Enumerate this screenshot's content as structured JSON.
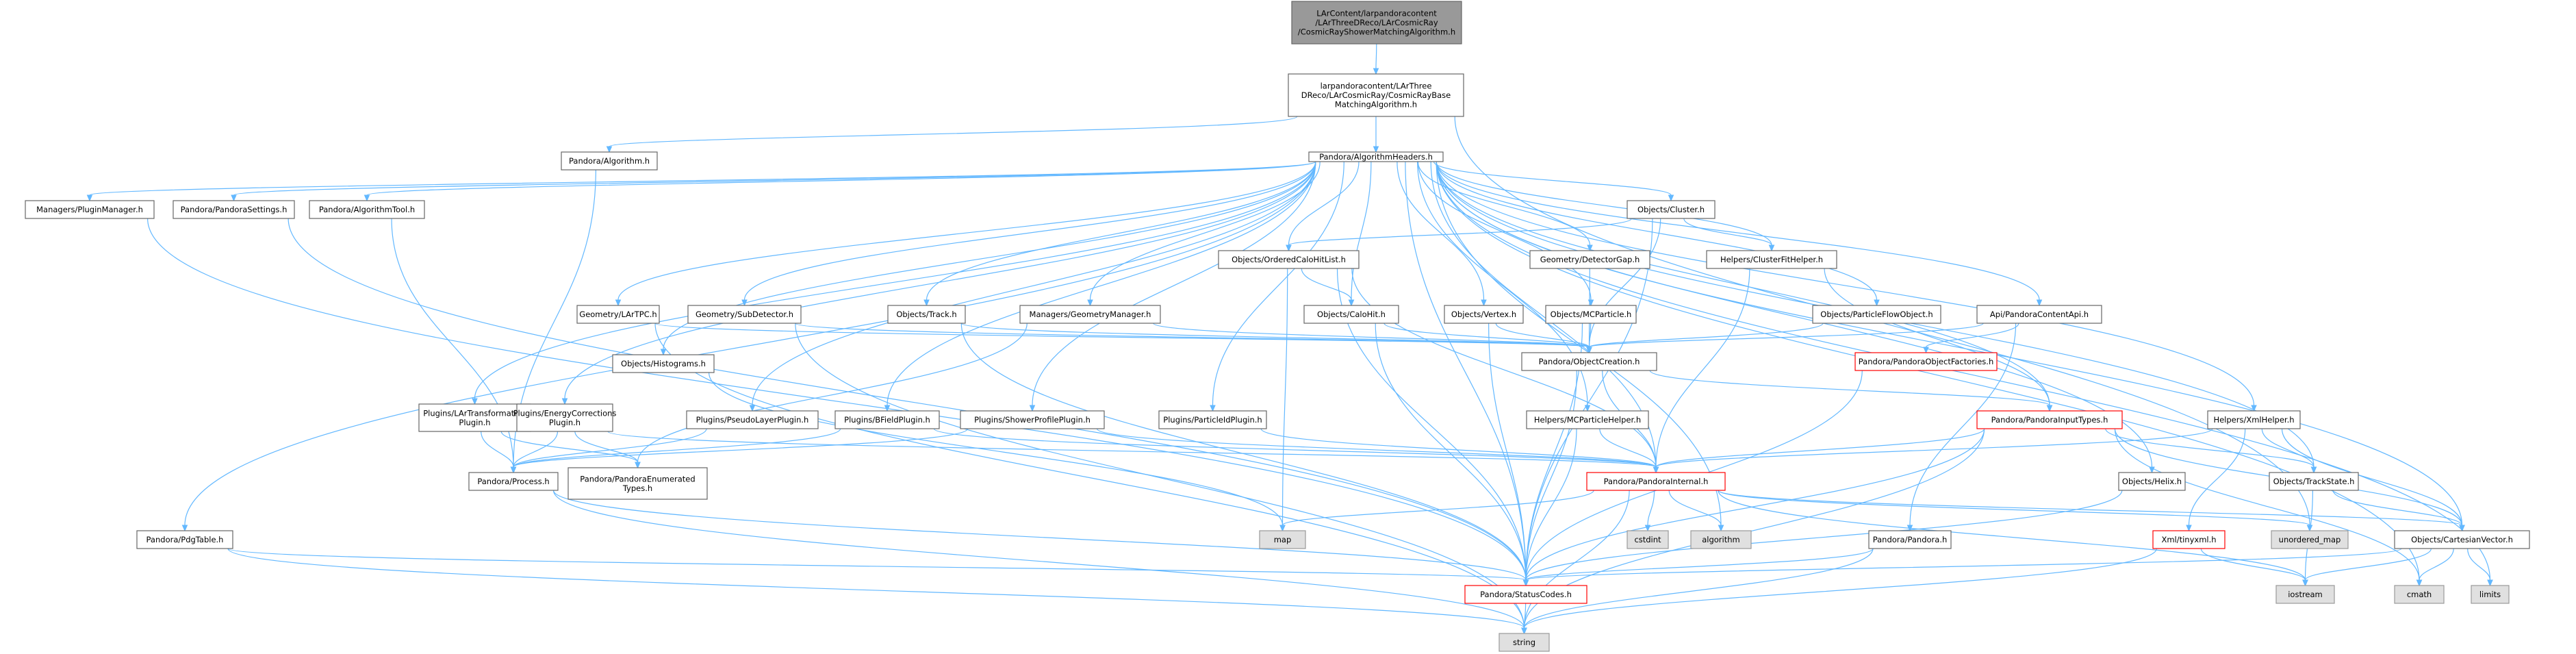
{
  "colors": {
    "edge": "#63b8ff",
    "node_fill": "#ffffff",
    "node_border": "#666666",
    "root_fill": "#999999",
    "root_border": "#666666",
    "missing_border": "#ff0000",
    "system_fill": "#e0e0e0",
    "system_border": "#999999"
  },
  "nodes": [
    {
      "id": "root",
      "kind": "root",
      "lines": [
        "LArContent/larpandoracontent",
        "/LArThreeDReco/LArCosmicRay",
        "/CosmicRayShowerMatchingAlgorithm.h"
      ]
    },
    {
      "id": "base",
      "kind": "normal",
      "lines": [
        "larpandoracontent/LArThree",
        "DReco/LArCosmicRay/CosmicRayBase",
        "MatchingAlgorithm.h"
      ]
    },
    {
      "id": "palg",
      "kind": "normal",
      "lines": [
        "Pandora/Algorithm.h"
      ]
    },
    {
      "id": "ahead",
      "kind": "normal",
      "lines": [
        "Pandora/AlgorithmHeaders.h"
      ]
    },
    {
      "id": "mplug",
      "kind": "normal",
      "lines": [
        "Managers/PluginManager.h"
      ]
    },
    {
      "id": "psett",
      "kind": "normal",
      "lines": [
        "Pandora/PandoraSettings.h"
      ]
    },
    {
      "id": "atool",
      "kind": "normal",
      "lines": [
        "Pandora/AlgorithmTool.h"
      ]
    },
    {
      "id": "cluster",
      "kind": "normal",
      "lines": [
        "Objects/Cluster.h"
      ]
    },
    {
      "id": "ochl",
      "kind": "normal",
      "lines": [
        "Objects/OrderedCaloHitList.h"
      ]
    },
    {
      "id": "detgap",
      "kind": "normal",
      "lines": [
        "Geometry/DetectorGap.h"
      ]
    },
    {
      "id": "cfh",
      "kind": "normal",
      "lines": [
        "Helpers/ClusterFitHelper.h"
      ]
    },
    {
      "id": "lartpc",
      "kind": "normal",
      "lines": [
        "Geometry/LArTPC.h"
      ]
    },
    {
      "id": "subdet",
      "kind": "normal",
      "lines": [
        "Geometry/SubDetector.h"
      ]
    },
    {
      "id": "track",
      "kind": "normal",
      "lines": [
        "Objects/Track.h"
      ]
    },
    {
      "id": "geomgr",
      "kind": "normal",
      "lines": [
        "Managers/GeometryManager.h"
      ]
    },
    {
      "id": "calohit",
      "kind": "normal",
      "lines": [
        "Objects/CaloHit.h"
      ]
    },
    {
      "id": "vertex",
      "kind": "normal",
      "lines": [
        "Objects/Vertex.h"
      ]
    },
    {
      "id": "mcp",
      "kind": "normal",
      "lines": [
        "Objects/MCParticle.h"
      ]
    },
    {
      "id": "pfo",
      "kind": "normal",
      "lines": [
        "Objects/ParticleFlowObject.h"
      ]
    },
    {
      "id": "api",
      "kind": "normal",
      "lines": [
        "Api/PandoraContentApi.h"
      ]
    },
    {
      "id": "objcr",
      "kind": "normal",
      "lines": [
        "Pandora/ObjectCreation.h"
      ]
    },
    {
      "id": "pof",
      "kind": "missing",
      "lines": [
        "Pandora/PandoraObjectFactories.h"
      ]
    },
    {
      "id": "histo",
      "kind": "normal",
      "lines": [
        "Objects/Histograms.h"
      ]
    },
    {
      "id": "xmlh",
      "kind": "normal",
      "lines": [
        "Helpers/XmlHelper.h"
      ]
    },
    {
      "id": "plartr",
      "kind": "normal",
      "lines": [
        "Plugins/LArTransformation",
        "Plugin.h"
      ]
    },
    {
      "id": "pecp",
      "kind": "normal",
      "lines": [
        "Plugins/EnergyCorrections",
        "Plugin.h"
      ]
    },
    {
      "id": "pplp",
      "kind": "normal",
      "lines": [
        "Plugins/PseudoLayerPlugin.h"
      ]
    },
    {
      "id": "pbfp",
      "kind": "normal",
      "lines": [
        "Plugins/BFieldPlugin.h"
      ]
    },
    {
      "id": "pspp",
      "kind": "normal",
      "lines": [
        "Plugins/ShowerProfilePlugin.h"
      ]
    },
    {
      "id": "ppidp",
      "kind": "normal",
      "lines": [
        "Plugins/ParticleIdPlugin.h"
      ]
    },
    {
      "id": "mcph",
      "kind": "normal",
      "lines": [
        "Helpers/MCParticleHelper.h"
      ]
    },
    {
      "id": "pinput",
      "kind": "missing",
      "lines": [
        "Pandora/PandoraInputTypes.h"
      ]
    },
    {
      "id": "process",
      "kind": "normal",
      "lines": [
        "Pandora/Process.h"
      ]
    },
    {
      "id": "penum",
      "kind": "normal",
      "lines": [
        "Pandora/PandoraEnumerated",
        "Types.h"
      ]
    },
    {
      "id": "pint",
      "kind": "missing",
      "lines": [
        "Pandora/PandoraInternal.h"
      ]
    },
    {
      "id": "helix",
      "kind": "normal",
      "lines": [
        "Objects/Helix.h"
      ]
    },
    {
      "id": "tstate",
      "kind": "normal",
      "lines": [
        "Objects/TrackState.h"
      ]
    },
    {
      "id": "pdg",
      "kind": "normal",
      "lines": [
        "Pandora/PdgTable.h"
      ]
    },
    {
      "id": "map",
      "kind": "system",
      "lines": [
        "map"
      ]
    },
    {
      "id": "cstdint",
      "kind": "system",
      "lines": [
        "cstdint"
      ]
    },
    {
      "id": "algorithm",
      "kind": "system",
      "lines": [
        "algorithm"
      ]
    },
    {
      "id": "ppandora",
      "kind": "normal",
      "lines": [
        "Pandora/Pandora.h"
      ]
    },
    {
      "id": "tinyxml",
      "kind": "missing",
      "lines": [
        "Xml/tinyxml.h"
      ]
    },
    {
      "id": "umap",
      "kind": "system",
      "lines": [
        "unordered_map"
      ]
    },
    {
      "id": "cvec",
      "kind": "normal",
      "lines": [
        "Objects/CartesianVector.h"
      ]
    },
    {
      "id": "status",
      "kind": "missing",
      "lines": [
        "Pandora/StatusCodes.h"
      ]
    },
    {
      "id": "iostream",
      "kind": "system",
      "lines": [
        "iostream"
      ]
    },
    {
      "id": "cmath",
      "kind": "system",
      "lines": [
        "cmath"
      ]
    },
    {
      "id": "limits",
      "kind": "system",
      "lines": [
        "limits"
      ]
    },
    {
      "id": "string",
      "kind": "system",
      "lines": [
        "string"
      ]
    }
  ],
  "edges": [
    [
      "root",
      "base"
    ],
    [
      "base",
      "palg"
    ],
    [
      "base",
      "ahead"
    ],
    [
      "base",
      "umap"
    ],
    [
      "palg",
      "process"
    ],
    [
      "ahead",
      "mplug"
    ],
    [
      "ahead",
      "psett"
    ],
    [
      "ahead",
      "atool"
    ],
    [
      "ahead",
      "cluster"
    ],
    [
      "ahead",
      "ochl"
    ],
    [
      "ahead",
      "detgap"
    ],
    [
      "ahead",
      "cfh"
    ],
    [
      "ahead",
      "lartpc"
    ],
    [
      "ahead",
      "subdet"
    ],
    [
      "ahead",
      "track"
    ],
    [
      "ahead",
      "geomgr"
    ],
    [
      "ahead",
      "calohit"
    ],
    [
      "ahead",
      "vertex"
    ],
    [
      "ahead",
      "mcp"
    ],
    [
      "ahead",
      "pfo"
    ],
    [
      "ahead",
      "api"
    ],
    [
      "ahead",
      "histo"
    ],
    [
      "ahead",
      "xmlh"
    ],
    [
      "ahead",
      "plartr"
    ],
    [
      "ahead",
      "pecp"
    ],
    [
      "ahead",
      "pplp"
    ],
    [
      "ahead",
      "pbfp"
    ],
    [
      "ahead",
      "pspp"
    ],
    [
      "ahead",
      "ppidp"
    ],
    [
      "ahead",
      "mcph"
    ],
    [
      "ahead",
      "pinput"
    ],
    [
      "ahead",
      "pint"
    ],
    [
      "ahead",
      "helix"
    ],
    [
      "ahead",
      "tstate"
    ],
    [
      "ahead",
      "pdg"
    ],
    [
      "ahead",
      "cvec"
    ],
    [
      "ahead",
      "cmath"
    ],
    [
      "ahead",
      "limits"
    ],
    [
      "ahead",
      "algorithm"
    ],
    [
      "ahead",
      "status"
    ],
    [
      "mplug",
      "status"
    ],
    [
      "psett",
      "status"
    ],
    [
      "atool",
      "process"
    ],
    [
      "cluster",
      "ochl"
    ],
    [
      "cluster",
      "cfh"
    ],
    [
      "cluster",
      "objcr"
    ],
    [
      "cluster",
      "status"
    ],
    [
      "ochl",
      "calohit"
    ],
    [
      "ochl",
      "map"
    ],
    [
      "ochl",
      "pint"
    ],
    [
      "ochl",
      "status"
    ],
    [
      "detgap",
      "objcr"
    ],
    [
      "cfh",
      "pint"
    ],
    [
      "cfh",
      "pinput"
    ],
    [
      "lartpc",
      "objcr"
    ],
    [
      "lartpc",
      "string"
    ],
    [
      "subdet",
      "objcr"
    ],
    [
      "subdet",
      "string"
    ],
    [
      "track",
      "objcr"
    ],
    [
      "track",
      "status"
    ],
    [
      "geomgr",
      "objcr"
    ],
    [
      "geomgr",
      "penum"
    ],
    [
      "calohit",
      "objcr"
    ],
    [
      "calohit",
      "status"
    ],
    [
      "vertex",
      "objcr"
    ],
    [
      "vertex",
      "status"
    ],
    [
      "mcp",
      "objcr"
    ],
    [
      "mcp",
      "status"
    ],
    [
      "pfo",
      "objcr"
    ],
    [
      "api",
      "objcr"
    ],
    [
      "api",
      "pof"
    ],
    [
      "api",
      "ppandora"
    ],
    [
      "objcr",
      "pinput"
    ],
    [
      "objcr",
      "pint"
    ],
    [
      "objcr",
      "status"
    ],
    [
      "pof",
      "status"
    ],
    [
      "histo",
      "map"
    ],
    [
      "xmlh",
      "pint"
    ],
    [
      "xmlh",
      "tinyxml"
    ],
    [
      "xmlh",
      "tstate"
    ],
    [
      "xmlh",
      "cvec"
    ],
    [
      "plartr",
      "process"
    ],
    [
      "plartr",
      "penum"
    ],
    [
      "pecp",
      "process"
    ],
    [
      "pecp",
      "penum"
    ],
    [
      "pecp",
      "pint"
    ],
    [
      "pplp",
      "process"
    ],
    [
      "pbfp",
      "process"
    ],
    [
      "pbfp",
      "pint"
    ],
    [
      "pspp",
      "process"
    ],
    [
      "pspp",
      "pint"
    ],
    [
      "ppidp",
      "pint"
    ],
    [
      "mcph",
      "pint"
    ],
    [
      "mcph",
      "status"
    ],
    [
      "pinput",
      "pint"
    ],
    [
      "pinput",
      "tstate"
    ],
    [
      "pinput",
      "cvec"
    ],
    [
      "pinput",
      "status"
    ],
    [
      "pinput",
      "string"
    ],
    [
      "pinput",
      "cmath"
    ],
    [
      "process",
      "status"
    ],
    [
      "process",
      "string"
    ],
    [
      "pint",
      "map"
    ],
    [
      "pint",
      "cstdint"
    ],
    [
      "pint",
      "algorithm"
    ],
    [
      "pint",
      "umap"
    ],
    [
      "pint",
      "iostream"
    ],
    [
      "pint",
      "string"
    ],
    [
      "pint",
      "cvec"
    ],
    [
      "helix",
      "status"
    ],
    [
      "tstate",
      "cvec"
    ],
    [
      "tstate",
      "iostream"
    ],
    [
      "pdg",
      "status"
    ],
    [
      "pdg",
      "string"
    ],
    [
      "ppandora",
      "status"
    ],
    [
      "ppandora",
      "string"
    ],
    [
      "tinyxml",
      "iostream"
    ],
    [
      "tinyxml",
      "string"
    ],
    [
      "cvec",
      "status"
    ],
    [
      "cvec",
      "iostream"
    ],
    [
      "cvec",
      "cmath"
    ],
    [
      "cvec",
      "limits"
    ],
    [
      "status",
      "string"
    ]
  ]
}
